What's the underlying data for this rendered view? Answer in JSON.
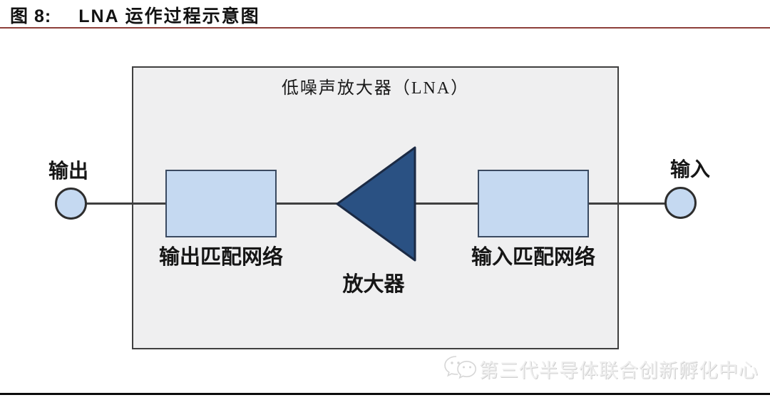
{
  "header": {
    "figure_label": "图 8:",
    "title": "LNA 运作过程示意图"
  },
  "diagram": {
    "container_title": "低噪声放大器（LNA）",
    "output_port_label": "输出",
    "input_port_label": "输入",
    "output_matching_label": "输出匹配网络",
    "input_matching_label": "输入匹配网络",
    "amplifier_label": "放大器",
    "colors": {
      "box_fill": "#efeff0",
      "box_border": "#3f3f3f",
      "block_fill": "#c5d9f1",
      "block_border": "#3a4a61",
      "triangle_fill": "#2a5183",
      "triangle_border": "#1b2a44",
      "line": "#3f3f3f",
      "rule_top": "#8d3f3a",
      "rule_bottom": "#0c0c0c"
    }
  },
  "watermark": {
    "icon": "wechat-icon",
    "text": "第三代半导体联合创新孵化中心"
  }
}
